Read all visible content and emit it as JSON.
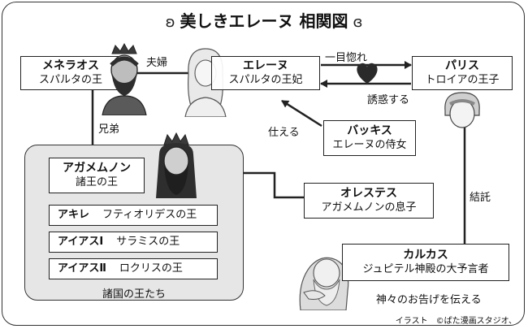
{
  "title": {
    "text": "美しきエレーヌ 相関図",
    "orn_left": "ʚ",
    "orn_right": "ɞ"
  },
  "characters": {
    "menelaus": {
      "name": "メネラオス",
      "role": "スパルタの王"
    },
    "helene": {
      "name": "エレーヌ",
      "role": "スパルタの王妃"
    },
    "paris": {
      "name": "パリス",
      "role": "トロイアの王子"
    },
    "bacchis": {
      "name": "バッキス",
      "role": "エレーヌの侍女"
    },
    "agamemnon": {
      "name": "アガメムノン",
      "role": "諸王の王"
    },
    "orestes": {
      "name": "オレステス",
      "role": "アガメムノンの息子"
    },
    "calchas": {
      "name": "カルカス",
      "role": "ジュピテル神殿の大予言者"
    }
  },
  "kings": {
    "caption": "諸国の王たち",
    "members": [
      {
        "name": "アキレ",
        "role": "フティオリデスの王"
      },
      {
        "name": "アイアスⅠ",
        "role": "サラミスの王"
      },
      {
        "name": "アイアスⅡ",
        "role": "ロクリスの王"
      }
    ]
  },
  "relations": {
    "couple": "夫婦",
    "love_at_first_sight": "一目惚れ",
    "seduce": "誘惑する",
    "serve": "仕える",
    "brothers": "兄弟",
    "collusion": "結託",
    "oracle": "神々のお告げを伝える"
  },
  "credit": "イラスト　©ぱた漫画スタジオ、",
  "colors": {
    "line": "#222222",
    "panel": "#e6e6e6",
    "heart": "#2a2a2a",
    "sketch": "#555555"
  },
  "icons": [
    "crown-icon",
    "heart-icon"
  ]
}
